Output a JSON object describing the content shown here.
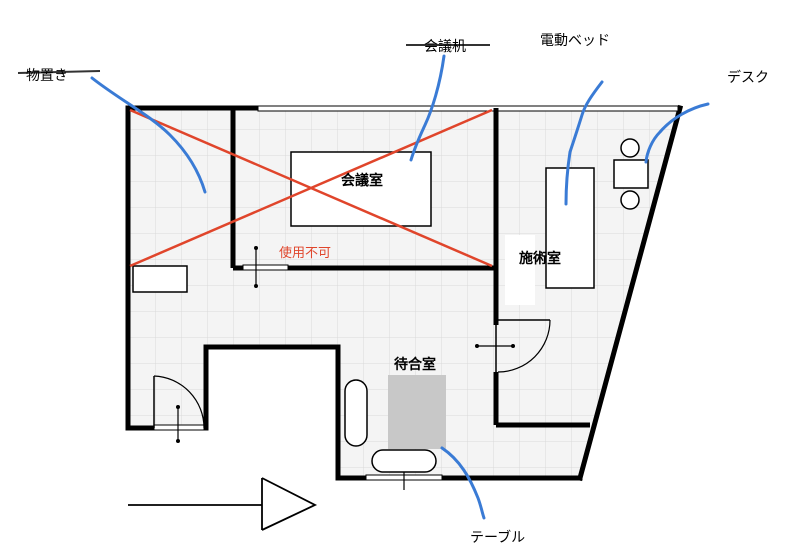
{
  "rooms": {
    "meeting": "会議室",
    "treatment": "施術室",
    "waiting": "待合室"
  },
  "notices": {
    "unusable": "使用不可"
  },
  "callouts": {
    "storage": "物置き",
    "meeting_desk": "会議机",
    "electric_bed": "電動ベッド",
    "desk": "デスク",
    "table": "テーブル"
  },
  "colors": {
    "wall": "#000000",
    "floor": "#f2f2f2",
    "grid": "#d9d9d9",
    "cross": "#e0452b",
    "callout": "#3a7bd5",
    "table_fill": "#c8c8c8",
    "notice": "#e0452b"
  },
  "icons": [
    "entrance-arrow-icon"
  ]
}
